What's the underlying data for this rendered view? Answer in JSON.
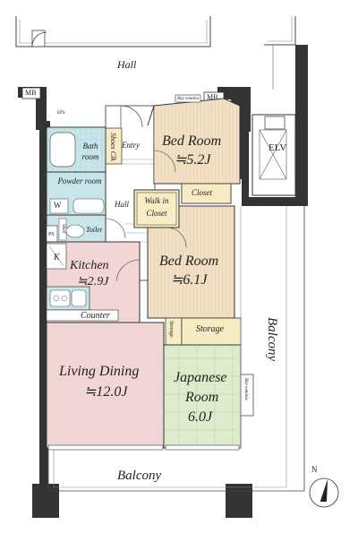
{
  "rooms": {
    "hall_top": "Hall",
    "mb_left": "MB",
    "mb_right": "MB",
    "eps": "EPS",
    "bay_window_top": "Bay window",
    "elv": "ELV",
    "bath": "Bath room",
    "powder": "Powder room",
    "w": "W",
    "ps": "PS",
    "shelf": "Shelf",
    "toilet": "Toilet",
    "shoes_clk": "Shoes Clk",
    "entry": "Entry",
    "hall_inner": "Hall",
    "bedroom1_name": "Bed Room",
    "bedroom1_size": "≒5.2J",
    "walkin_line1": "Walk in",
    "walkin_line2": "Closet",
    "closet": "Closet",
    "bedroom2_name": "Bed Room",
    "bedroom2_size": "≒6.1J",
    "k": "K",
    "kitchen_name": "Kitchen",
    "kitchen_size": "≒2.9J",
    "counter": "Counter",
    "storage_small": "Storage",
    "storage": "Storage",
    "living_name": "Living Dining",
    "living_size": "≒12.0J",
    "japanese_name": "Japanese",
    "japanese_room": "Room",
    "japanese_size": "6.0J",
    "bay_window_right": "Bay window",
    "balcony_bottom": "Balcony",
    "balcony_right": "Balcony",
    "north": "N"
  },
  "colors": {
    "wall": "#333333",
    "bedroom": "#f2e0c6",
    "living": "#f2d5d5",
    "japanese": "#dceccc",
    "wet": "#c8e6ea",
    "entry": "#ffffff",
    "closet": "#f7ecc3",
    "grid": "#dddddd"
  }
}
